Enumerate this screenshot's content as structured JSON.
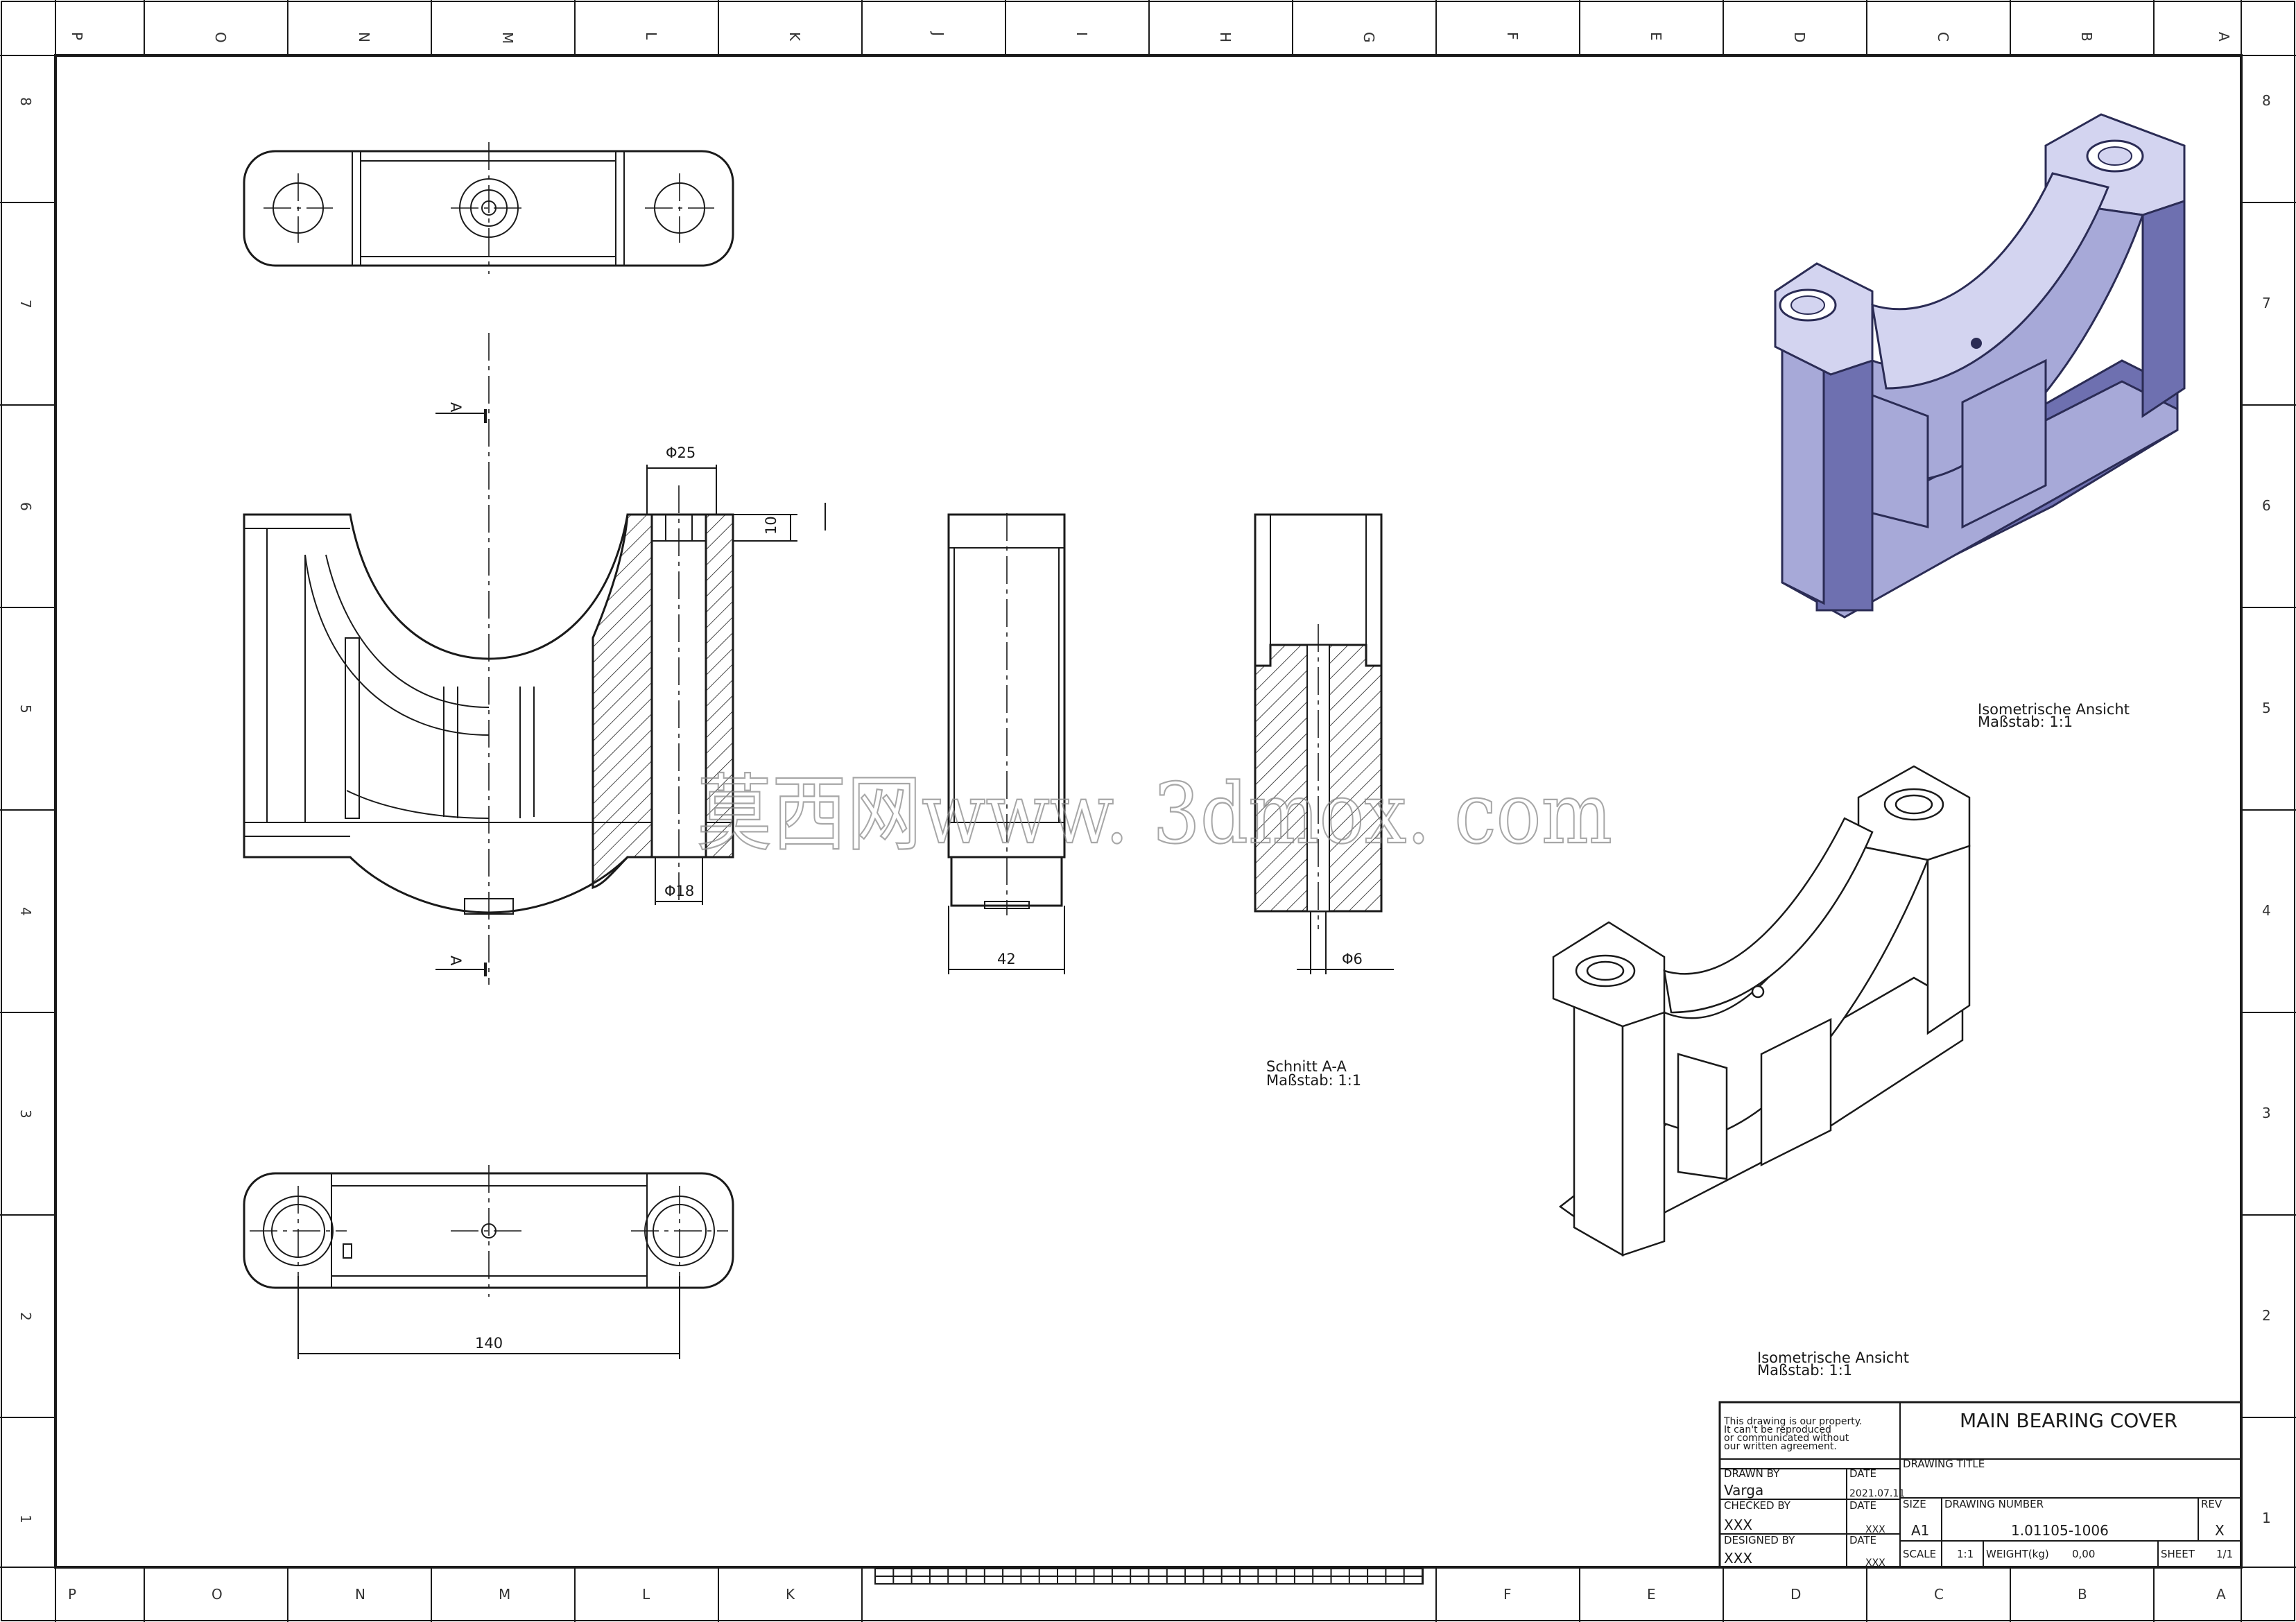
{
  "zones": {
    "columns": [
      "P",
      "O",
      "N",
      "M",
      "L",
      "K",
      "J",
      "I",
      "H",
      "G",
      "F",
      "E",
      "D",
      "C",
      "B",
      "A"
    ],
    "rows": [
      "8",
      "7",
      "6",
      "5",
      "4",
      "3",
      "2",
      "1"
    ]
  },
  "views": {
    "section_marker": "A",
    "section_label": "Schnitt A-A",
    "section_scale": "Maßstab:  1:1",
    "iso_top_label": "Isometrische Ansicht",
    "iso_top_scale": "Maßstab:  1:1",
    "iso_bottom_label": "Isometrische Ansicht",
    "iso_bottom_scale": "Maßstab:  1:1"
  },
  "dimensions": {
    "bore_top": "Φ25",
    "depth_top": "10",
    "bore_bottom": "Φ18",
    "width_side": "42",
    "hole_section": "Φ6",
    "length_bottom": "140"
  },
  "watermark": "莫西网www. 3dmox. com",
  "title_block": {
    "property_note_1": "This drawing is our property.",
    "property_note_2": "It can't be reproduced",
    "property_note_3": "or communicated without",
    "property_note_4": "our written agreement.",
    "title": "MAIN BEARING COVER",
    "drawing_title_label": "DRAWING TITLE",
    "drawn_by_label": "DRAWN BY",
    "drawn_by": "Varga",
    "date_label": "DATE",
    "date_drawn": "2021.07.11",
    "checked_by_label": "CHECKED BY",
    "checked_by": "XXX",
    "date_label_2": "DATE",
    "date_checked": "XXX",
    "designed_by_label": "DESIGNED BY",
    "designed_by": "XXX",
    "date_label_3": "DATE",
    "date_designed": "XXX",
    "size_label": "SIZE",
    "size": "A1",
    "drawing_number_label": "DRAWING NUMBER",
    "drawing_number": "1.01105-1006",
    "rev_label": "REV",
    "rev": "X",
    "scale_label": "SCALE",
    "scale": "1:1",
    "weight_label": "WEIGHT(kg)",
    "weight": "0,00",
    "sheet_label": "SHEET",
    "sheet": "1/1"
  }
}
